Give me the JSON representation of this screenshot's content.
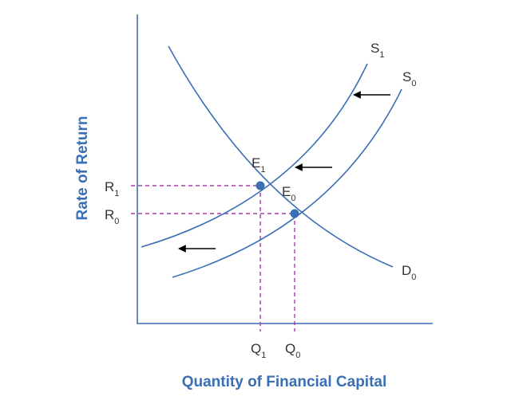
{
  "axes": {
    "x_title": "Quantity of Financial Capital",
    "y_title": "Rate of Return"
  },
  "curves": {
    "supply_initial": {
      "main": "S",
      "sub": "0"
    },
    "supply_shifted": {
      "main": "S",
      "sub": "1"
    },
    "demand": {
      "main": "D",
      "sub": "0"
    }
  },
  "equilibria": {
    "initial": {
      "main": "E",
      "sub": "0"
    },
    "new": {
      "main": "E",
      "sub": "1"
    }
  },
  "rates": {
    "r1": {
      "main": "R",
      "sub": "1"
    },
    "r0": {
      "main": "R",
      "sub": "0"
    }
  },
  "quantities": {
    "q1": {
      "main": "Q",
      "sub": "1"
    },
    "q0": {
      "main": "Q",
      "sub": "0"
    }
  },
  "colors": {
    "axis": "#3a6fb5",
    "curve": "#3a6fb5",
    "dashed_guide": "#a63aab",
    "arrow": "#000000",
    "point": "#3a6fb5",
    "axis_title": "#3a6fb5",
    "label": "#333333"
  }
}
